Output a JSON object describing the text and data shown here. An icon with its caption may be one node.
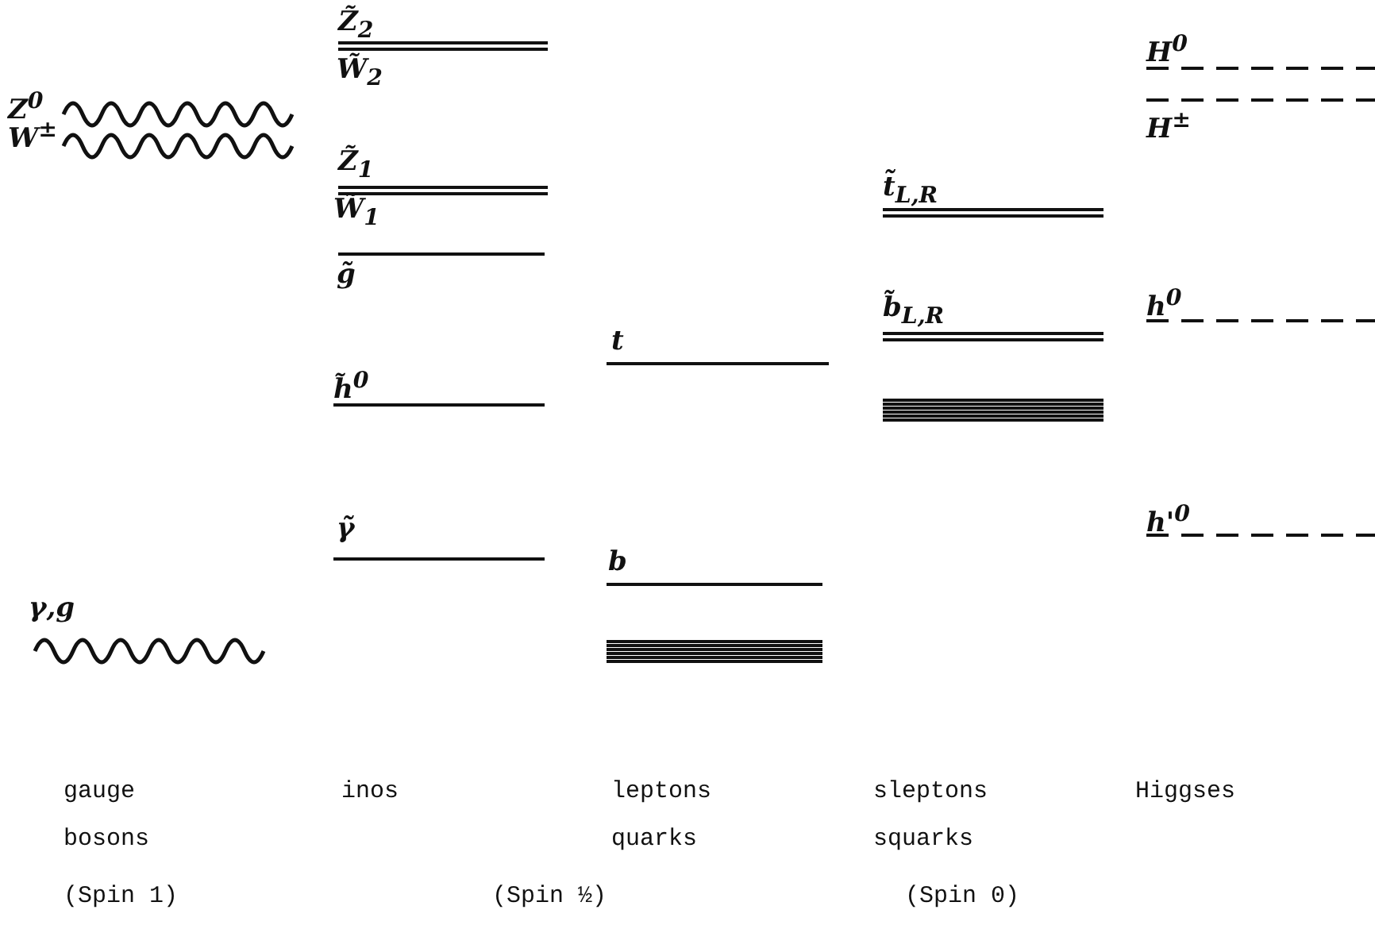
{
  "diagram": {
    "labels": [
      "Z̃$_{2}$",
      "W̃$_{2}$",
      "Z$^{0}$",
      "W$^{±}$",
      "Z̃$_{1}$",
      "W̃$_{1}$",
      "H$^{0}$",
      "H$^{±}$",
      "t̃$_{L,R}$",
      "g̃",
      "h$^{0}$",
      "t",
      "b̃$_{L,R}$",
      "h̃$^{0}$",
      "h'$^{0}$",
      "γ̃",
      "b",
      "γ,g",
      "gauge bosons",
      "inos",
      "leptons quarks",
      "sleptons squarks",
      "Higgses",
      "(Spin 1)",
      "(Spin ½)",
      "(Spin 0)"
    ]
  }
}
